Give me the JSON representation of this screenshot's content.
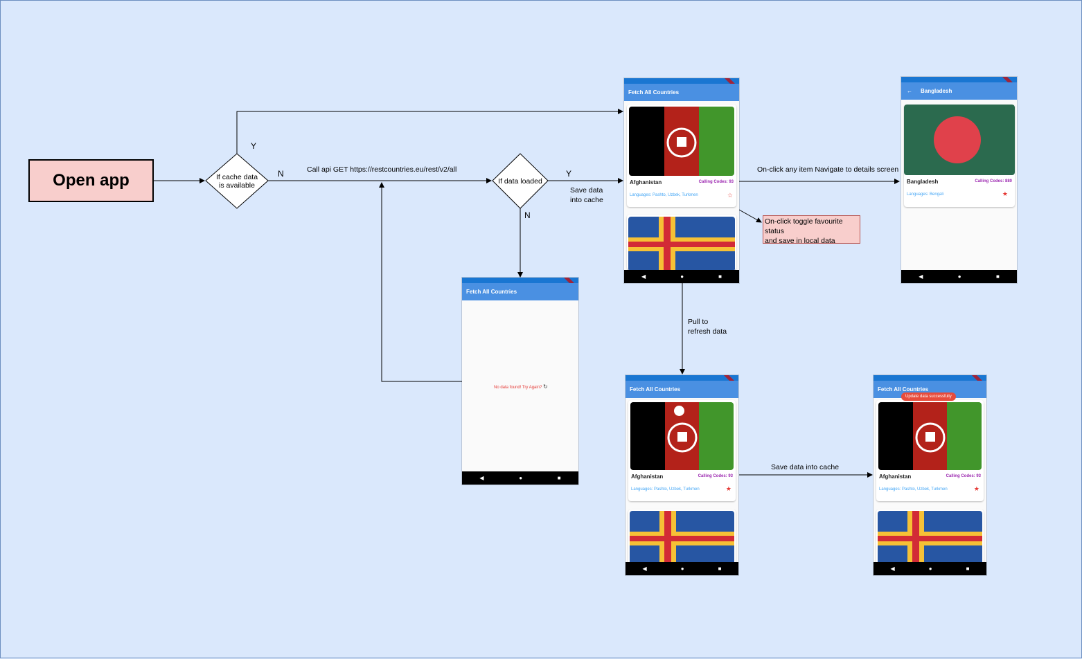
{
  "start_node": "Open app",
  "decision_cache": "If cache data\nis available",
  "decision_loaded": "If data loaded",
  "labels": {
    "cache_yes": "Y",
    "cache_no": "N",
    "call_api": "Call api GET https://restcountries.eu/rest/v2/all",
    "loaded_yes": "Y",
    "loaded_no": "N",
    "save_cache": "Save data\ninto cache",
    "navigate": "On-click any item Navigate to details screen",
    "pull_refresh": "Pull to\nrefresh data",
    "save_cache2": "Save data into cache"
  },
  "favourite_note": "On-click toggle favourite status\nand save in local data",
  "app_title": "Fetch All Countries",
  "detail_title": "Bangladesh",
  "no_data": "No data found! Try Again?",
  "toast": "Update data successfully",
  "countries": {
    "afghanistan": {
      "name": "Afghanistan",
      "calling": "Calling Codes: 93",
      "languages": "Languages: Pashto, Uzbek, Turkmen"
    },
    "bangladesh": {
      "name": "Bangladesh",
      "calling": "Calling Codes: 880",
      "languages": "Languages: Bengali"
    }
  },
  "nav_icons": [
    "back-icon",
    "home-icon",
    "recents-icon"
  ],
  "colors": {
    "canvas": "#dae8fc",
    "start_fill": "#f8cecc",
    "appbar": "#4a90e2",
    "calling_code": "#9c27b0",
    "languages": "#42a5f5",
    "star": "#e53935"
  }
}
